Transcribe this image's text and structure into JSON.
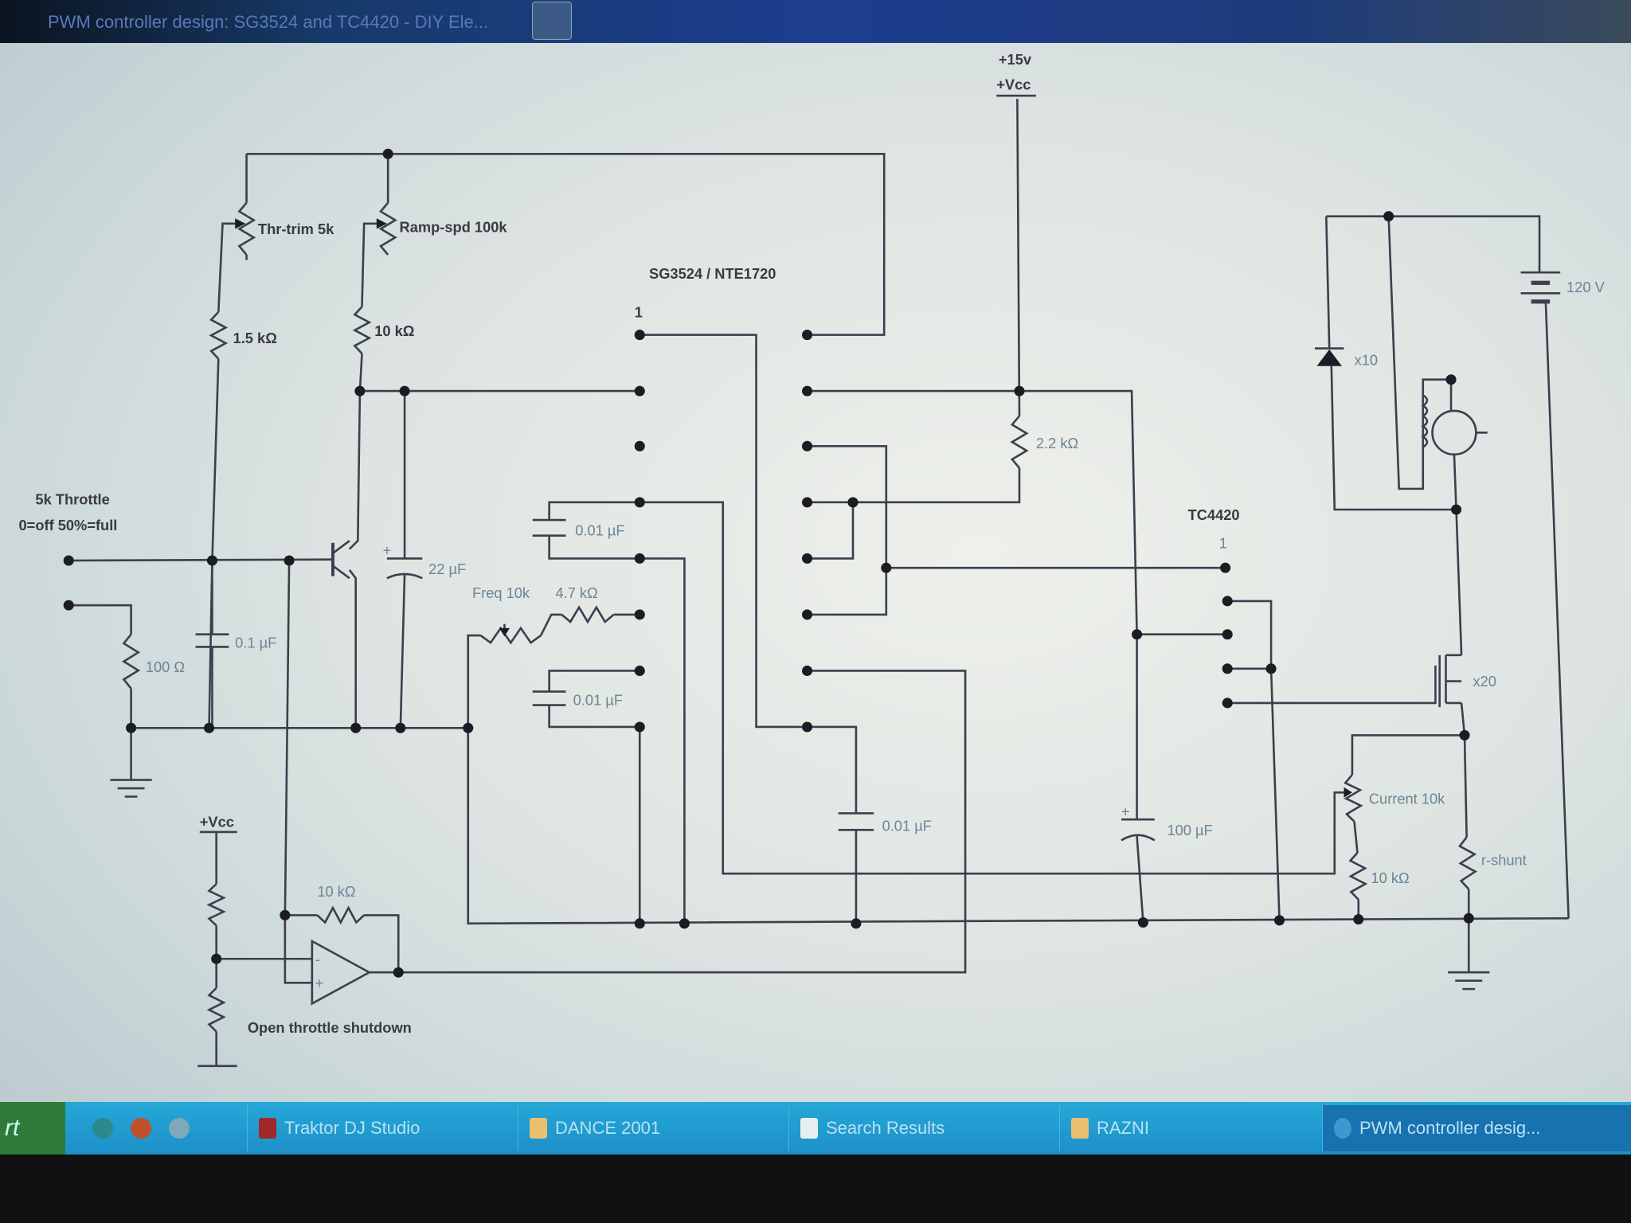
{
  "window": {
    "title": "PWM controller design: SG3524 and TC4420 - DIY Ele..."
  },
  "schematic": {
    "supply_top": "+15v",
    "vcc_top": "+Vcc",
    "thr_trim": "Thr-trim 5k",
    "ramp_spd": "Ramp-spd 100k",
    "r_1k5": "1.5 kΩ",
    "r_10k_ramp": "10 kΩ",
    "chip1_name": "SG3524 / NTE1720",
    "chip1_pin1": "1",
    "throttle_title": "5k Throttle",
    "throttle_desc": "0=off 50%=full",
    "c_0u1": "0.1 µF",
    "r_100": "100 Ω",
    "c_22u": "22 µF",
    "c_0u01_a": "0.01 µF",
    "freq_pot": "Freq 10k",
    "r_4k7": "4.7 kΩ",
    "c_0u01_b": "0.01 µF",
    "c_0u01_c": "0.01 µF",
    "r_2k2": "2.2 kΩ",
    "chip2_name": "TC4420",
    "chip2_pin1": "1",
    "diode_mult": "x10",
    "battery": "120 V",
    "mosfet_mult": "x20",
    "c_100u": "100 µF",
    "current_pot": "Current 10k",
    "r_10k_current": "10 kΩ",
    "r_shunt": "r-shunt",
    "vcc_divider": "+Vcc",
    "r_10k_fb": "10 kΩ",
    "shutdown_label": "Open throttle shutdown"
  },
  "taskbar": {
    "start": "rt",
    "items": [
      {
        "label": "Traktor DJ Studio"
      },
      {
        "label": "DANCE 2001"
      },
      {
        "label": "Search Results"
      },
      {
        "label": "RAZNI"
      },
      {
        "label": "PWM controller desig..."
      }
    ]
  }
}
